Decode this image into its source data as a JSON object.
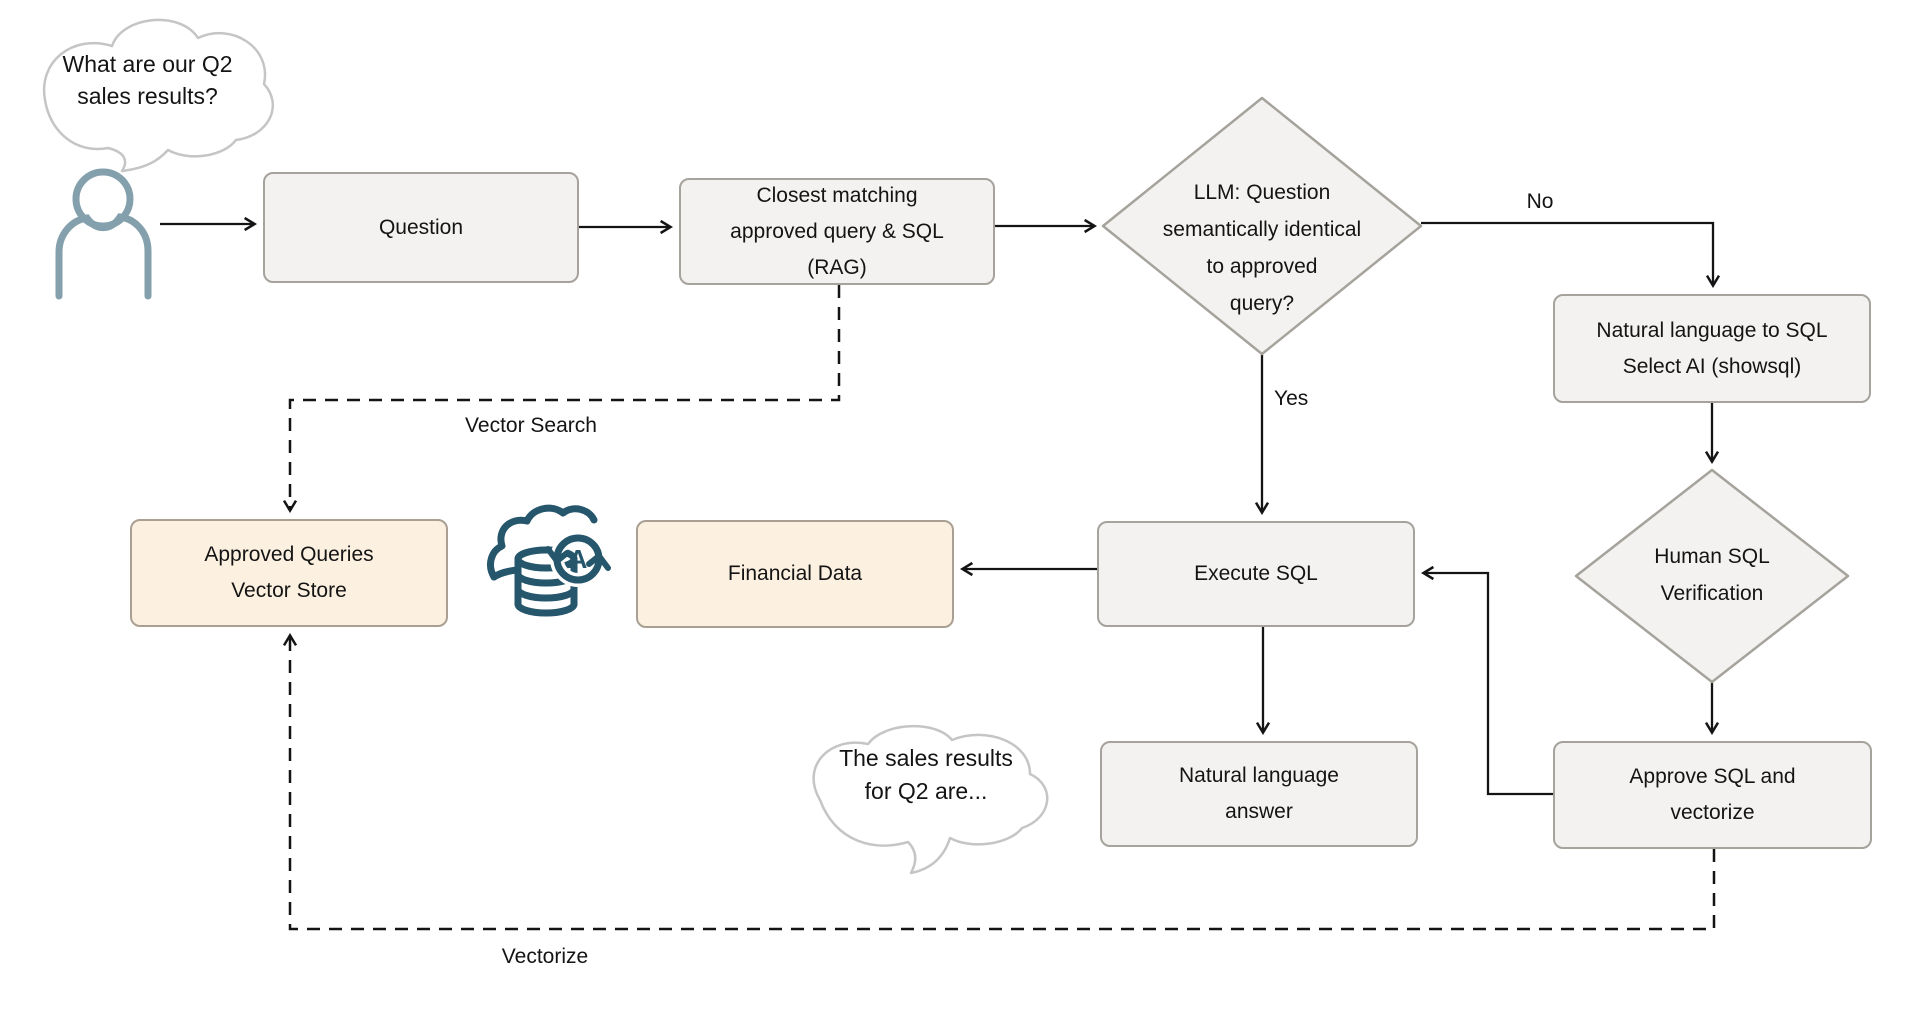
{
  "colors": {
    "node_fill": "#f3f2f0",
    "node_border": "#a6a29c",
    "store_fill": "#fcf1e1",
    "store_border": "#a9a093",
    "connector": "#141414",
    "bubble_outline": "#c5c5c5",
    "person_icon": "#84a0ac",
    "database_icon": "#25566b",
    "text": "#141414"
  },
  "bubbles": {
    "question_bubble": {
      "text": "What are our Q2\nsales results?"
    },
    "answer_bubble": {
      "text": "The sales results\nfor Q2 are..."
    }
  },
  "nodes": {
    "question": {
      "label": "Question"
    },
    "closest_match": {
      "label": "Closest matching\napproved query & SQL\n(RAG)"
    },
    "llm_check": {
      "label": "LLM: Question\nsemantically identical\nto approved\nquery?"
    },
    "nl_to_sql": {
      "label": "Natural language to SQL\nSelect AI (showsql)"
    },
    "human_verification": {
      "label": "Human SQL\nVerification"
    },
    "approve_vectorize": {
      "label": "Approve SQL and\nvectorize"
    },
    "execute_sql": {
      "label": "Execute SQL"
    },
    "financial_data": {
      "label": "Financial Data"
    },
    "nl_answer": {
      "label": "Natural language\nanswer"
    },
    "vector_store": {
      "label": "Approved Queries\nVector Store"
    }
  },
  "edge_labels": {
    "no": "No",
    "yes": "Yes",
    "vector_search": "Vector Search",
    "vectorize": "Vectorize"
  },
  "icons": {
    "autonomous_db_letter": "A"
  }
}
